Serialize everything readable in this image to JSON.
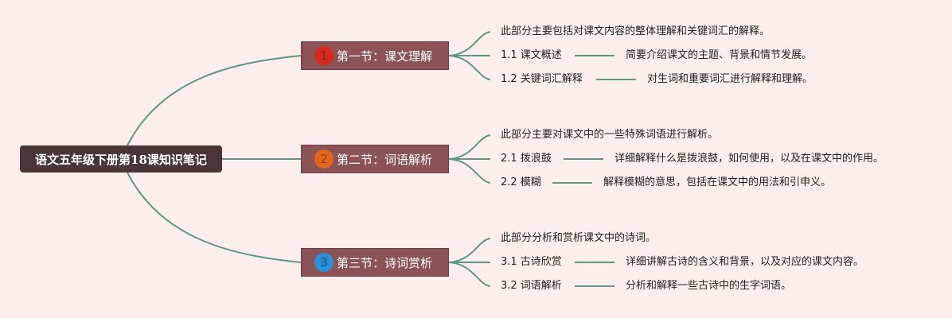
{
  "root": {
    "title": "语文五年级下册第18课知识笔记"
  },
  "sections": [
    {
      "number": "1",
      "badge_color": "#d42a1f",
      "badge_text_color": "#8b1d16",
      "title": "第一节：课文理解",
      "summary": "此部分主要包括对课文内容的整体理解和关键词汇的解释。",
      "items": [
        {
          "label": "1.1 课文概述",
          "description": "简要介绍课文的主题、背景和情节发展。"
        },
        {
          "label": "1.2 关键词汇解释",
          "description": "对生词和重要词汇进行解释和理解。"
        }
      ]
    },
    {
      "number": "2",
      "badge_color": "#e0661f",
      "badge_text_color": "#8f3f12",
      "title": "第二节：词语解析",
      "summary": "此部分主要对课文中的一些特殊词语进行解析。",
      "items": [
        {
          "label": "2.1 拨浪鼓",
          "description": "详细解释什么是拨浪鼓，如何使用，以及在课文中的作用。"
        },
        {
          "label": "2.2 模糊",
          "description": "解释模糊的意思，包括在课文中的用法和引申义。"
        }
      ]
    },
    {
      "number": "3",
      "badge_color": "#2b8fd6",
      "badge_text_color": "#14507d",
      "title": "第三节：诗词赏析",
      "summary": "此部分分析和赏析课文中的诗词。",
      "items": [
        {
          "label": "3.1 古诗欣赏",
          "description": "详细讲解古诗的含义和背景，以及对应的课文内容。"
        },
        {
          "label": "3.2 词语解析",
          "description": "分析和解释一些古诗中的生字词语。"
        }
      ]
    }
  ],
  "colors": {
    "background": "#fdeeee",
    "connector": "#5e9686",
    "root_fill": "#4a3639",
    "section_fill": "#8c5357"
  }
}
